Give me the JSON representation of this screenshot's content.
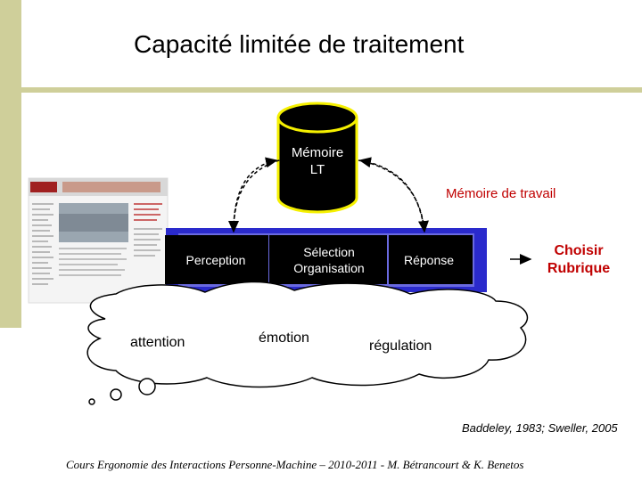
{
  "title": "Capacité limitée de traitement",
  "memory_lt": {
    "line1": "Mémoire",
    "line2": "LT"
  },
  "working_memory": "Mémoire de travail",
  "boxes": {
    "perception": "Perception",
    "selection_line1": "Sélection",
    "selection_line2": "Organisation",
    "response": "Réponse"
  },
  "output": {
    "line1": "Choisir",
    "line2": "Rubrique"
  },
  "cloud_words": {
    "attention": "attention",
    "emotion": "émotion",
    "regulation": "régulation"
  },
  "citation": "Baddeley, 1983; Sweller, 2005",
  "footer": "Cours Ergonomie des Interactions Personne-Machine – 2010-2011 - M. Bétrancourt & K. Benetos",
  "colors": {
    "accent_bar": "#cfcf9a",
    "working_memory": "#c00000",
    "frame": "#2a2acc",
    "memory_outline": "#f5f000"
  }
}
